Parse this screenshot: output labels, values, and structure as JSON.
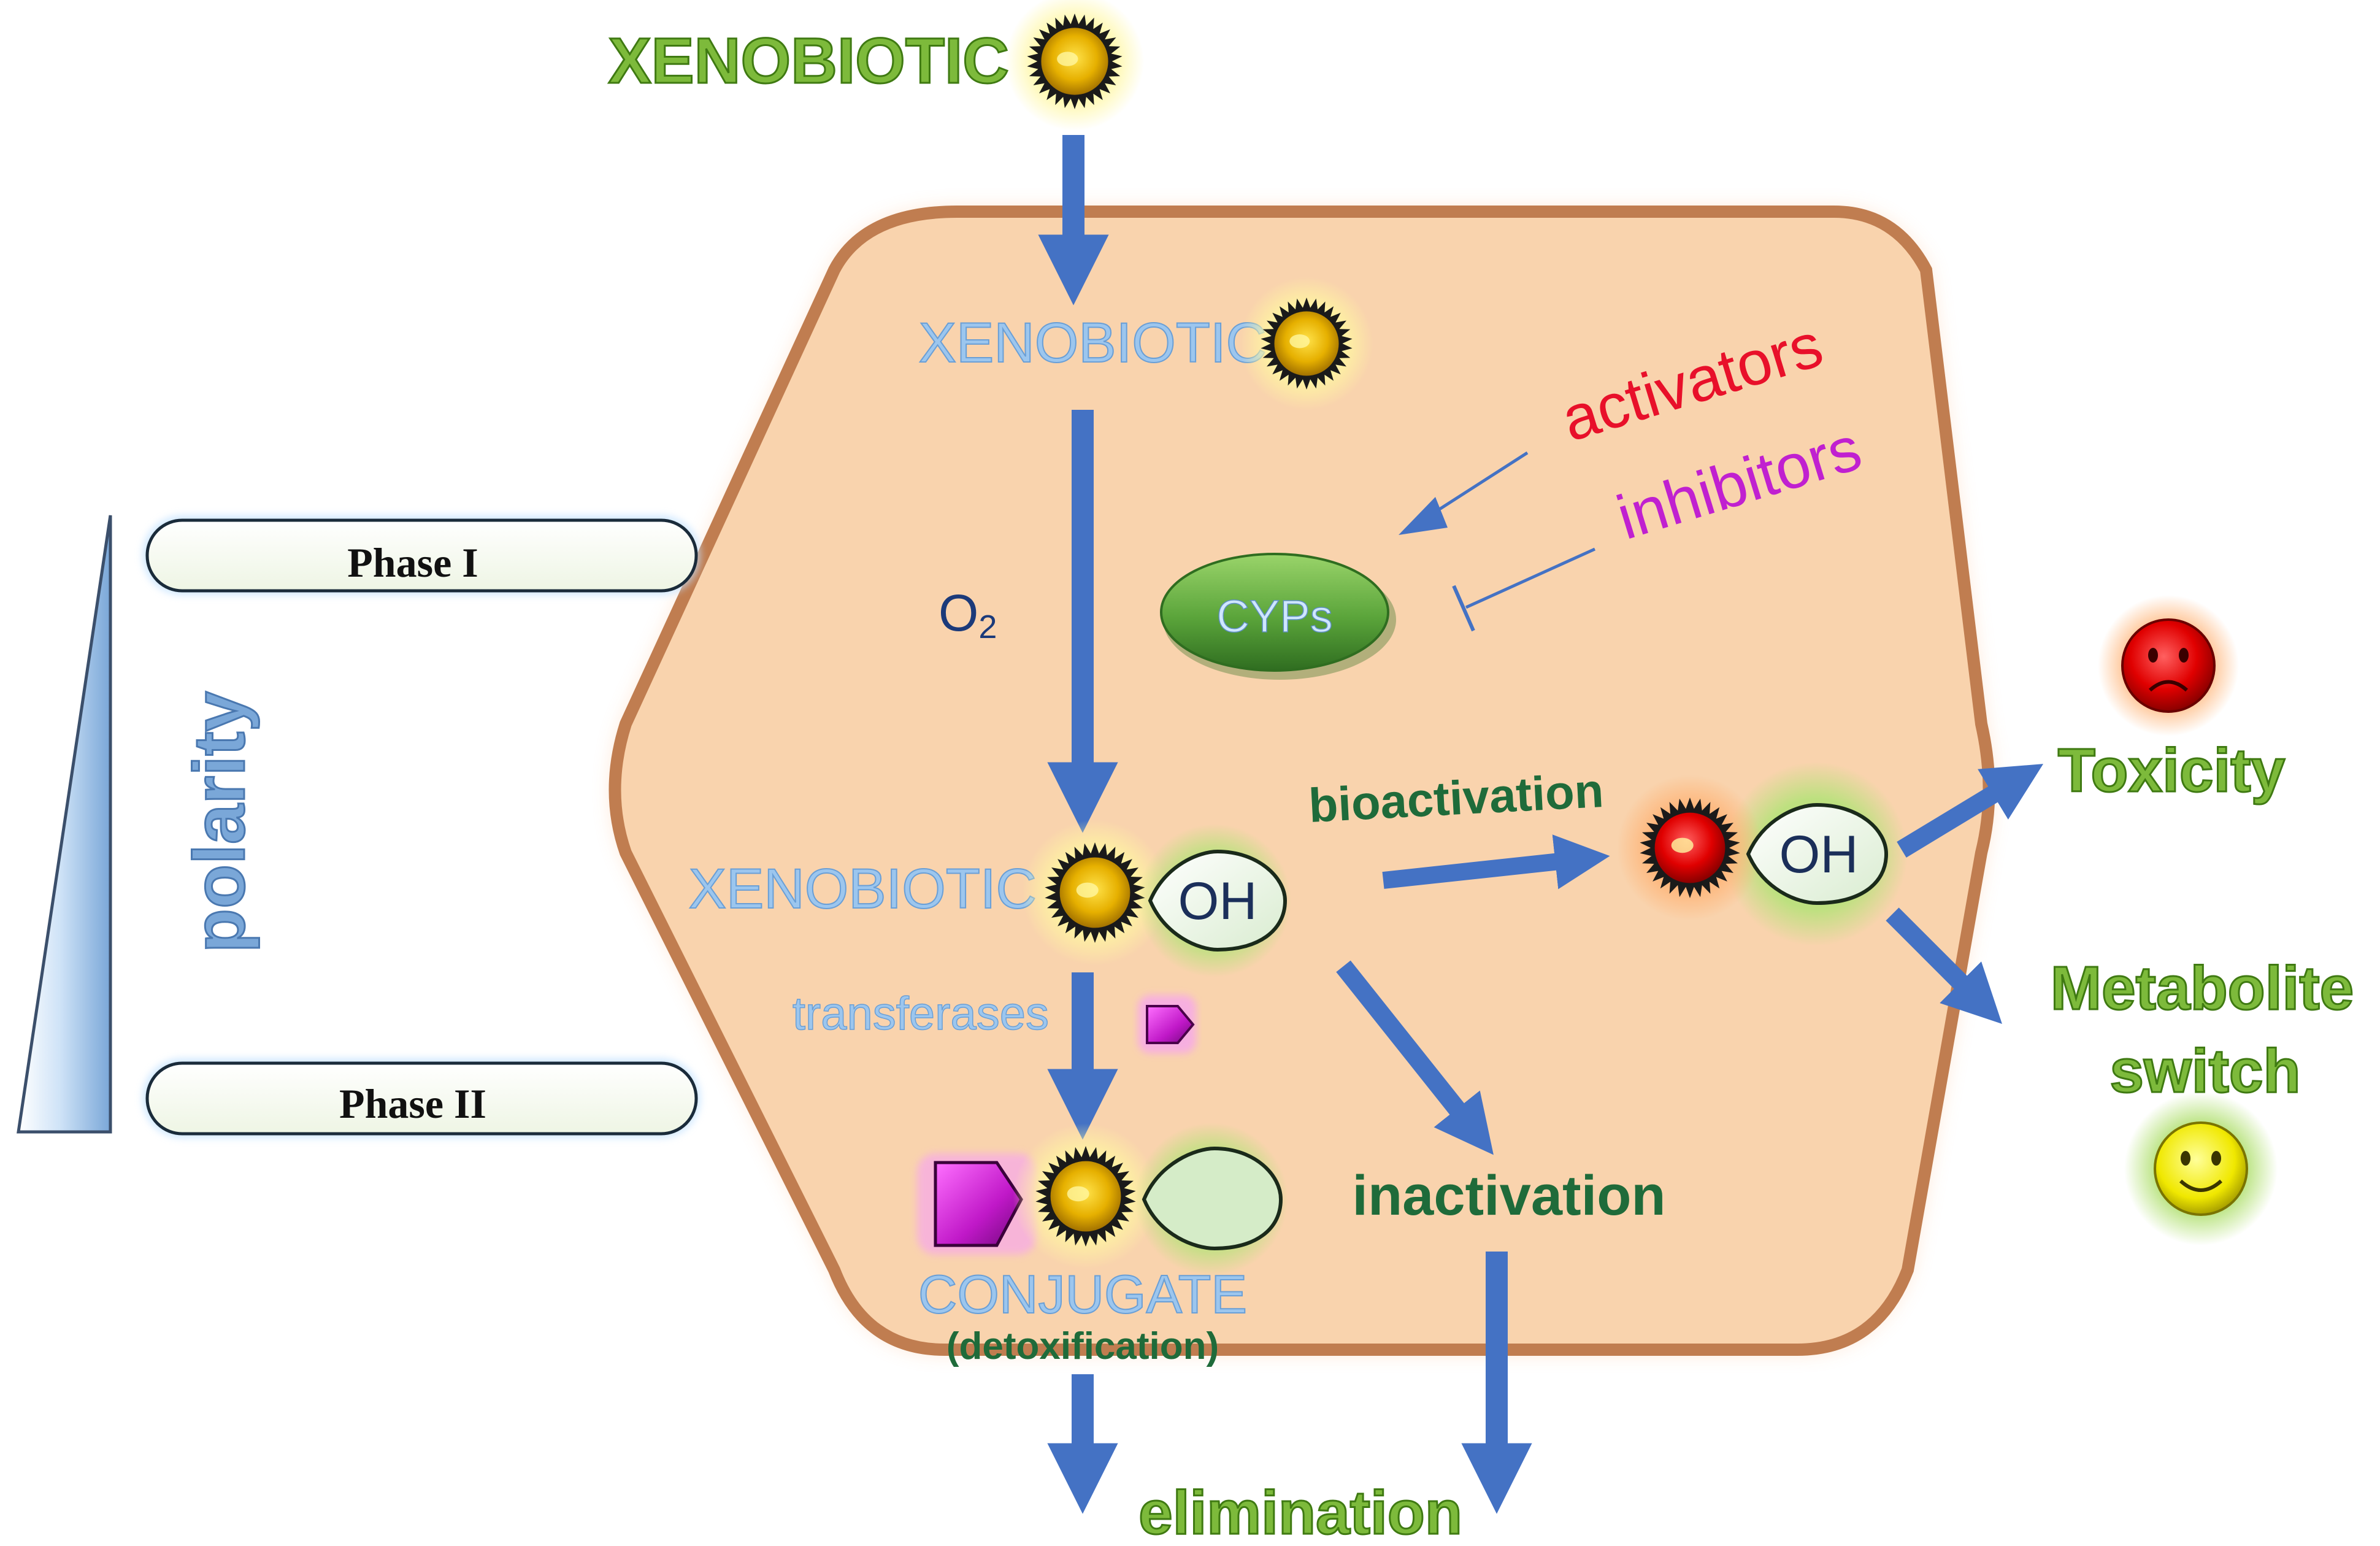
{
  "title_top": "XENOBIOTIC",
  "cell": {
    "xenobiotic_inside": "XENOBIOTIC",
    "oxygen": "O",
    "oxygen_subscript": "2",
    "enzyme": "CYPs",
    "activators": "activators",
    "inhibitors": "inhibitors",
    "hydroxylated_xenobiotic": "XENOBIOTIC",
    "hydroxyl_group": "OH",
    "transferases": "transferases",
    "bioactivation": "bioactivation",
    "bioactivated_hydroxyl": "OH",
    "inactivation": "inactivation",
    "conjugate": "CONJUGATE",
    "detoxification": "(detoxification)"
  },
  "outcomes": {
    "toxicity": "Toxicity",
    "metabolite_line1": "Metabolite",
    "metabolite_line2": "switch",
    "elimination": "elimination"
  },
  "phases": {
    "phase1": "Phase I",
    "phase2": "Phase II",
    "polarity": "polarity"
  },
  "colors": {
    "cell_fill": "#f9d3ad",
    "cell_border": "#c07d50",
    "arrow_blue": "#4472c4",
    "green_text": "#6aa130",
    "dark_green_text": "#1f6b3a",
    "light_blue_text": "#7fb0df",
    "activator_red": "#e8102a",
    "inhibitor_magenta": "#c020d0",
    "cyps_green": "#5aa43a",
    "sad_face_red": "#e01010",
    "happy_face_yellow": "#f4f020",
    "conjugating_group_magenta": "#c018c8"
  }
}
